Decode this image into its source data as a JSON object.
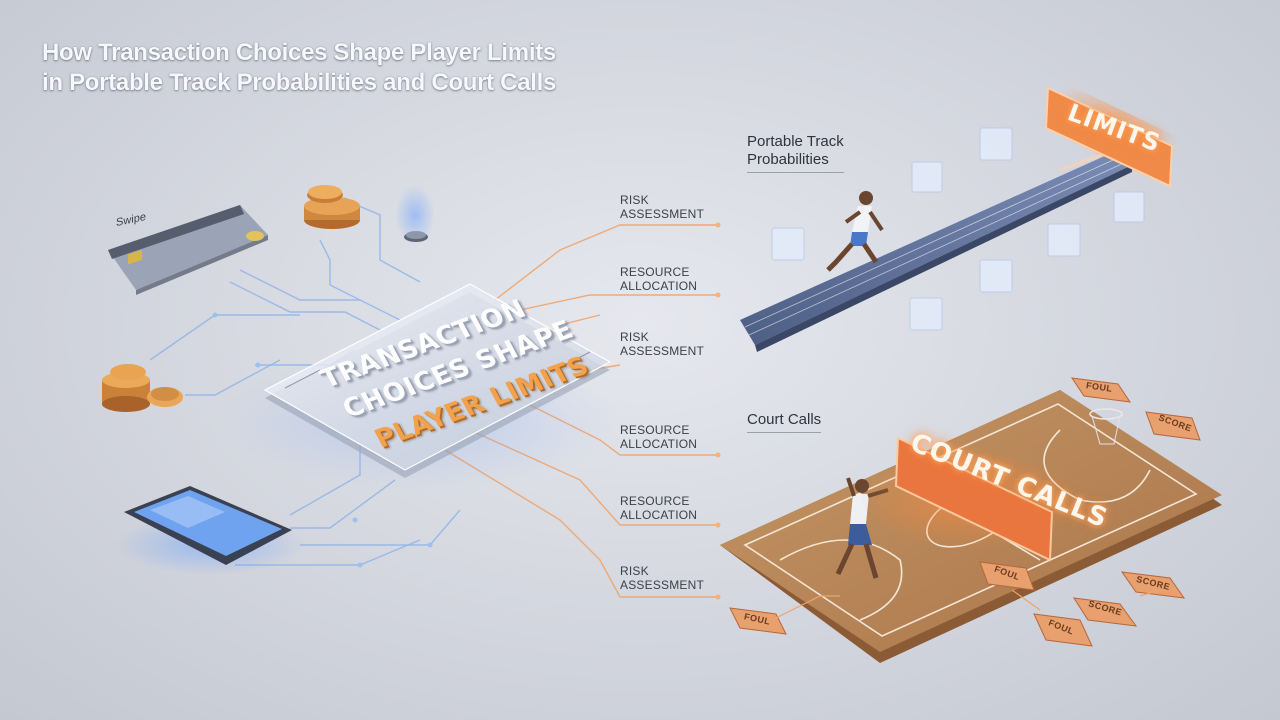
{
  "title": {
    "line1": "How Transaction Choices Shape Player Limits",
    "line2": "in Portable Track Probabilities and Court Calls"
  },
  "card": {
    "label": "Swipe"
  },
  "central_panel": {
    "line1": "TRANSACTION",
    "line2": "CHOICES SHAPE",
    "line3": "PLAYER LIMITS"
  },
  "flow_labels": [
    {
      "line1": "RISK",
      "line2": "ASSESSMENT"
    },
    {
      "line1": "RESOURCE",
      "line2": "ALLOCATION"
    },
    {
      "line1": "RISK",
      "line2": "ASSESSMENT"
    },
    {
      "line1": "RESOURCE",
      "line2": "ALLOCATION"
    },
    {
      "line1": "RESOURCE",
      "line2": "ALLOCATION"
    },
    {
      "line1": "RISK",
      "line2": "ASSESSMENT"
    }
  ],
  "track_section": {
    "line1": "Portable Track",
    "line2": "Probabilities",
    "sign": "LIMITS"
  },
  "court_section": {
    "label": "Court Calls",
    "sign": "COURT CALLS",
    "tags": [
      "FOUL",
      "SCORE",
      "FOUL",
      "SCORE",
      "SCORE",
      "FOUL",
      "FOUL"
    ]
  },
  "colors": {
    "accent_orange": "#f2a24c",
    "flow_blue": "#8fb4e8",
    "flow_orange": "#f0a46a",
    "track": "#5a6d96",
    "court_wood": "#b88557"
  },
  "icons": [
    "credit-card-icon",
    "coin-stack-icon",
    "tablet-icon",
    "dial-icon",
    "runner-icon",
    "basketball-player-icon",
    "hoop-icon",
    "cube-icon"
  ]
}
